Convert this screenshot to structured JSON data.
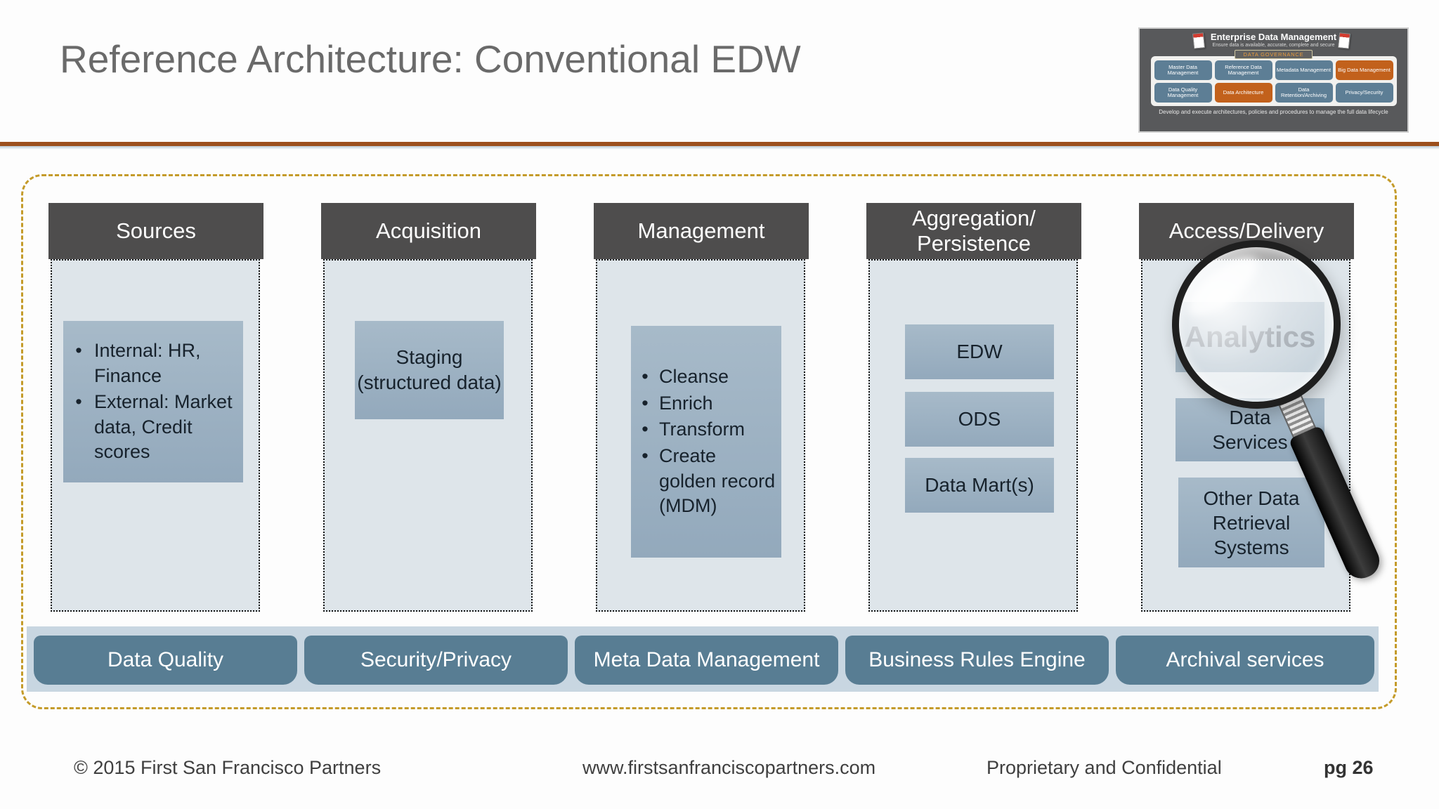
{
  "slide": {
    "title": "Reference Architecture: Conventional EDW",
    "footer": {
      "copyright": "© 2015 First San Francisco Partners",
      "website": "www.firstsanfranciscopartners.com",
      "confidential": "Proprietary and Confidential",
      "page": "pg 26"
    }
  },
  "diagram": {
    "columns": [
      {
        "id": "sources",
        "header_lines": [
          "Sources"
        ],
        "bullets": [
          "Internal: HR, Finance",
          "External: Market data, Credit scores"
        ]
      },
      {
        "id": "acquisition",
        "header_lines": [
          "Acquisition"
        ],
        "boxes": [
          "Staging (structured data)"
        ]
      },
      {
        "id": "management",
        "header_lines": [
          "Management"
        ],
        "bullets": [
          "Cleanse",
          "Enrich",
          "Transform",
          "Create golden record (MDM)"
        ]
      },
      {
        "id": "aggregation-persistence",
        "header_lines": [
          "Aggregation/",
          "Persistence"
        ],
        "boxes": [
          "EDW",
          "ODS",
          "Data Mart(s)"
        ]
      },
      {
        "id": "access-delivery",
        "header_lines": [
          "Access/Delivery"
        ],
        "boxes": [
          "Analytics",
          "Data Services",
          "Other Data Retrieval Systems"
        ]
      }
    ],
    "bottom_bars": [
      "Data Quality",
      "Security/Privacy",
      "Meta Data Management",
      "Business Rules Engine",
      "Archival services"
    ]
  },
  "thumbnail": {
    "title": "Enterprise Data Management",
    "subtitle": "Ensure data is available, accurate, complete and secure",
    "governance_label": "DATA GOVERNANCE",
    "boxes": [
      {
        "label": "Master Data Management",
        "color": "blue"
      },
      {
        "label": "Reference Data Management",
        "color": "blue"
      },
      {
        "label": "Metadata Management",
        "color": "blue"
      },
      {
        "label": "Big Data Management",
        "color": "orange"
      },
      {
        "label": "Data Quality Management",
        "color": "blue"
      },
      {
        "label": "Data Architecture",
        "color": "orange"
      },
      {
        "label": "Data Retention/Archiving",
        "color": "blue"
      },
      {
        "label": "Privacy/Security",
        "color": "blue"
      }
    ],
    "caption": "Develop and execute architectures, policies and procedures to manage the full data lifecycle"
  },
  "colors": {
    "divider_rust": "#9c4f1d",
    "frame_gold_dashed": "#c49b2a",
    "column_header_gray": "#4e4d4d",
    "column_body": "#dee5ea",
    "inner_box_blue": "#9db1c1",
    "bottom_bar_slate": "#587d93",
    "bottom_strip": "#c8d6e1",
    "thumb_box_blue": "#5d7e95",
    "thumb_box_orange": "#c2611c",
    "title_gray": "#6a6a6a"
  }
}
